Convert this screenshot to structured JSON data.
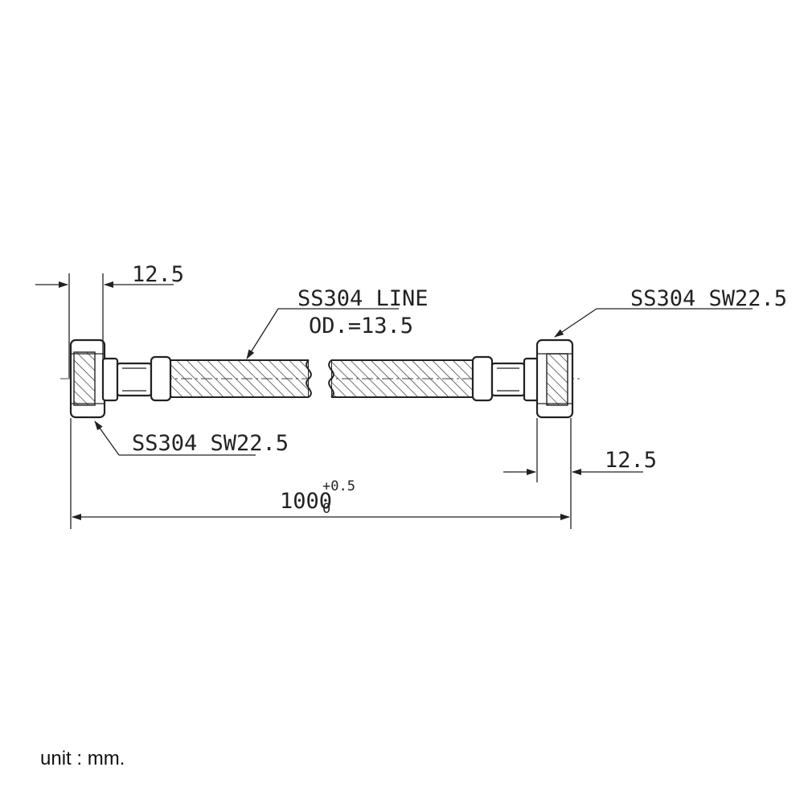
{
  "drawing": {
    "dim_left_nut": "12.5",
    "dim_right_nut": "12.5",
    "hose_label": "SS304 LINE",
    "hose_od": "OD.=13.5",
    "right_fitting_label": "SS304 SW22.5",
    "left_fitting_label": "SS304 SW22.5",
    "overall_length": "1000",
    "tolerance_upper": "+0.5",
    "tolerance_lower": "0"
  },
  "footer": {
    "unit": "unit : mm."
  }
}
